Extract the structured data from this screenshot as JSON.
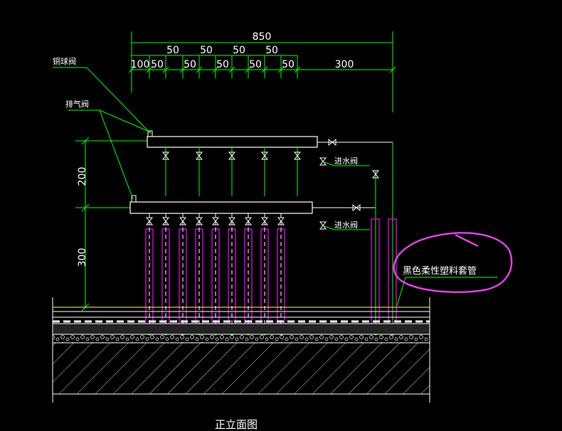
{
  "drawing": {
    "title": "正立面图",
    "top_dims": {
      "total": "850",
      "row1": [
        "50",
        "50",
        "50",
        "50"
      ],
      "row2": [
        "100",
        "50",
        "50",
        "50",
        "50",
        "50",
        "300"
      ]
    },
    "left_dims": [
      "200",
      "300"
    ],
    "labels": {
      "copper_ball_valve": "铜球阀",
      "air_vent_valve": "排气阀",
      "inlet_valve_upper": "进水阀",
      "inlet_valve_lower": "进水阀",
      "sleeve_note": "黑色柔性塑料套管"
    },
    "colors": {
      "background": "#000000",
      "leader": "#00ff00",
      "pipe": "#ff00ff",
      "dimension": "#00ff00",
      "outline": "#ffffff",
      "markup_circle": "#e040e0",
      "soil": "#ffff66"
    }
  }
}
